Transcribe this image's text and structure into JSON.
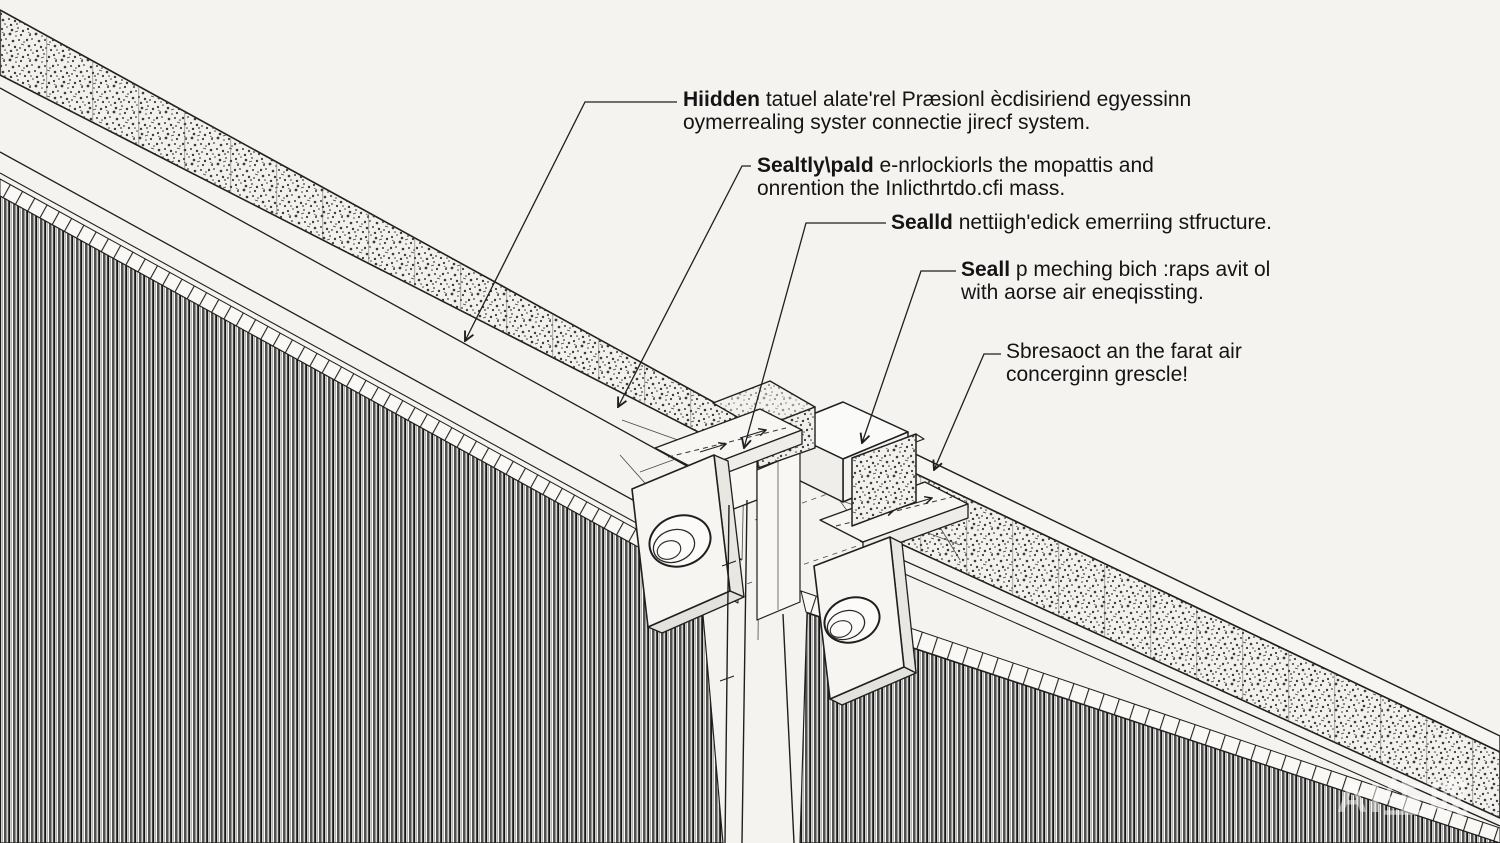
{
  "meta": {
    "background_color": "#f5f3f0",
    "ink_color": "#1f1f1f",
    "drawing_type": "isometric facade panel joint detail"
  },
  "watermark": {
    "text": "AI生成",
    "color": "#ffffff"
  },
  "callouts": {
    "c1": {
      "lead": "Hiidden",
      "rest": " tatuel alate'rel Præsionl ècdisiriend egyessinn",
      "line2": "oymerrealing syster connectie jirecf system."
    },
    "c2": {
      "lead": "Sealtly\\pald",
      "rest": " e-nrlockiorls the mopattis and",
      "line2": "onrention the Inlicthrtdo.cfi mass."
    },
    "c3": {
      "lead": "Sealld",
      "rest": " nettiigh'edick emerriing stfructure.",
      "line2": ""
    },
    "c4": {
      "lead": "Seall",
      "rest": " p meching bich :raps avit ol",
      "line2": "with aorse air eneqissting."
    },
    "c5": {
      "lead": "Sbresaoct",
      "rest": " an the farat air",
      "line2": "concerginn grescle!"
    }
  }
}
